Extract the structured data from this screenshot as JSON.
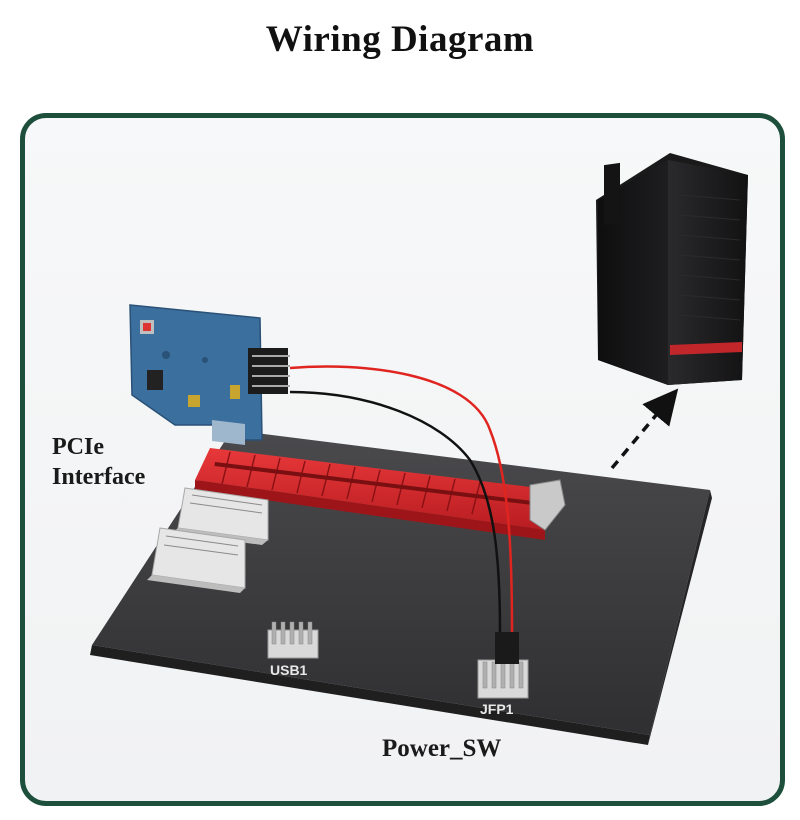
{
  "title": "Wiring Diagram",
  "labels": {
    "pcie_line1": "PCIe",
    "pcie_line2": "Interface",
    "power_sw": "Power_SW",
    "usb_header": "USB1",
    "jfp_header": "JFP1"
  },
  "colors": {
    "frame_border": "#1e4f3d",
    "board": "#3a3a3c",
    "pcie_slot": "#d8272b",
    "card_pcb": "#3b6f9e",
    "wire_red": "#e0241f",
    "wire_black": "#111111"
  },
  "icons": [
    "pc-tower-icon",
    "dashed-arrow-icon",
    "pcie-card-icon",
    "motherboard-icon"
  ]
}
